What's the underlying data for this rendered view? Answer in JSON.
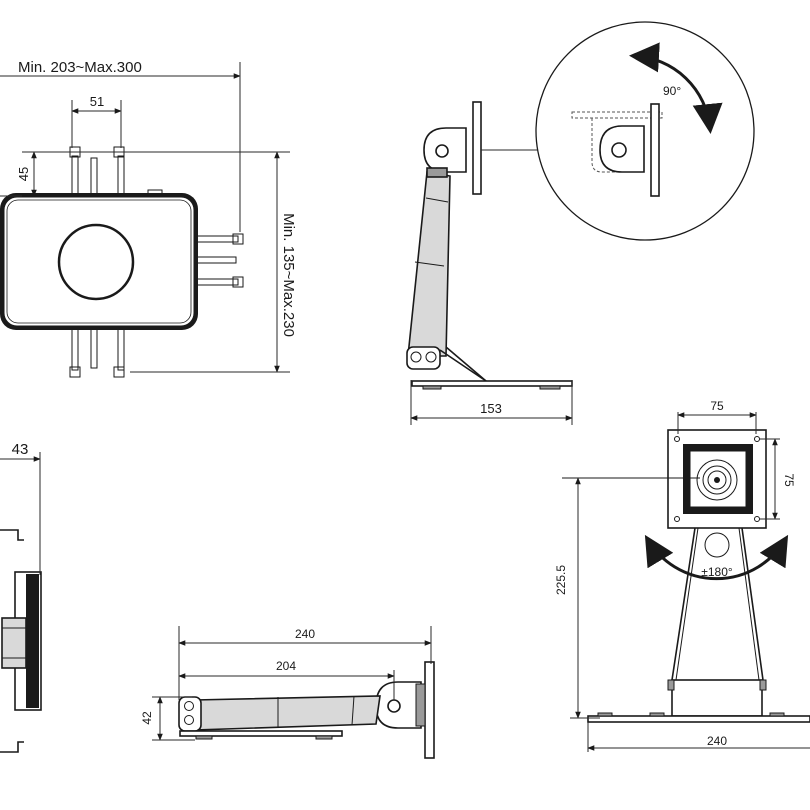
{
  "dimensions": {
    "tablet_width_range": "Min. 203~Max.300",
    "bracket_spacing": "51",
    "bracket_offset": "45",
    "tablet_height_range": "Min. 135~Max.230",
    "side_base_length": "153",
    "rotation_angle": "90°",
    "vesa_width": "75",
    "vesa_height": "75",
    "swivel": "±180°",
    "stand_height": "225.5",
    "front_base_width": "240",
    "clamp_depth": "43",
    "arm_total_length": "240",
    "arm_length": "204",
    "arm_height": "42"
  }
}
